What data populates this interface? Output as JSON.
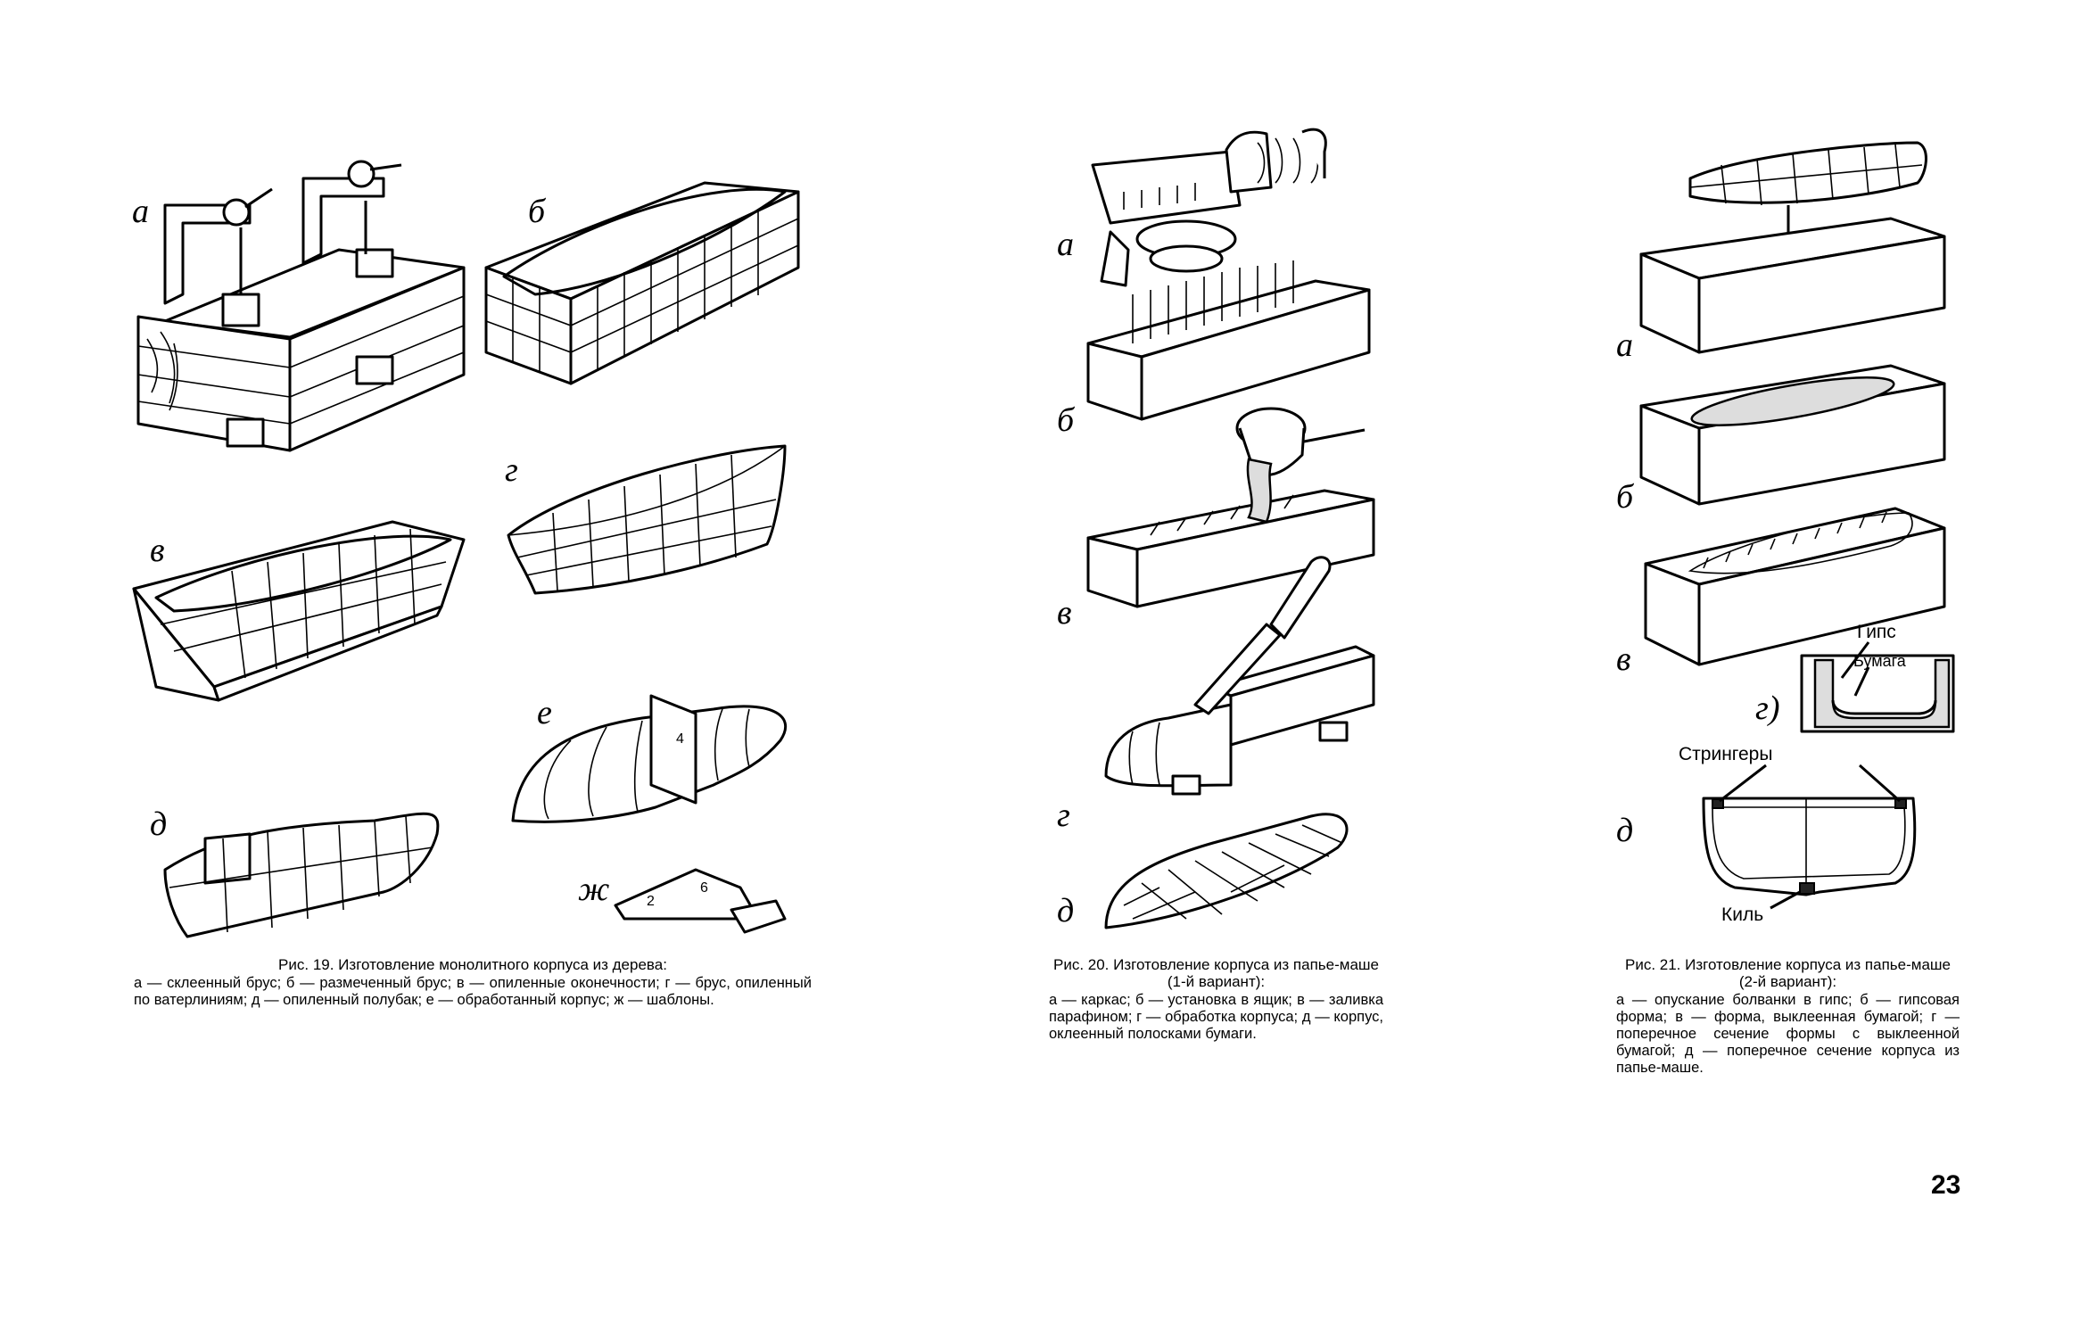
{
  "fig19": {
    "labels": {
      "a": "а",
      "b": "б",
      "v": "в",
      "g": "г",
      "d": "д",
      "e": "е",
      "zh": "ж"
    },
    "caption_title": "Рис. 19. Изготовление монолитного корпуса из дерева:",
    "caption_body": "а — склеенный брус; б — размеченный брус; в — опиленные оконечности; г — брус, опиленный по ватерлиниям; д — опиленный полубак; е — обработанный корпус; ж — шаблоны."
  },
  "fig20": {
    "labels": {
      "a": "а",
      "b": "б",
      "v": "в",
      "g": "г",
      "d": "д"
    },
    "caption_title": "Рис. 20. Изготовление корпуса из папье-маше (1-й вариант):",
    "caption_body": "а — каркас; б — установка в ящик; в — заливка парафином; г — обработка корпуса; д — корпус, оклеенный полосками бумаги."
  },
  "fig21": {
    "labels": {
      "a": "а",
      "b": "б",
      "v": "в",
      "g": "г)",
      "d": "д"
    },
    "callouts": {
      "gips": "Гипс",
      "bumaga": "Бумага",
      "stringery": "Стрингеры",
      "kil": "Киль"
    },
    "caption_title": "Рис. 21. Изготовление корпуса из папье-маше (2-й вариант):",
    "caption_body": "а — опускание болванки в гипс; б — гипсовая форма; в — форма, выклеенная бумагой; г — поперечное сечение формы с выклеенной бумагой; д — поперечное сечение корпуса из папье-маше."
  },
  "page_number": "23"
}
